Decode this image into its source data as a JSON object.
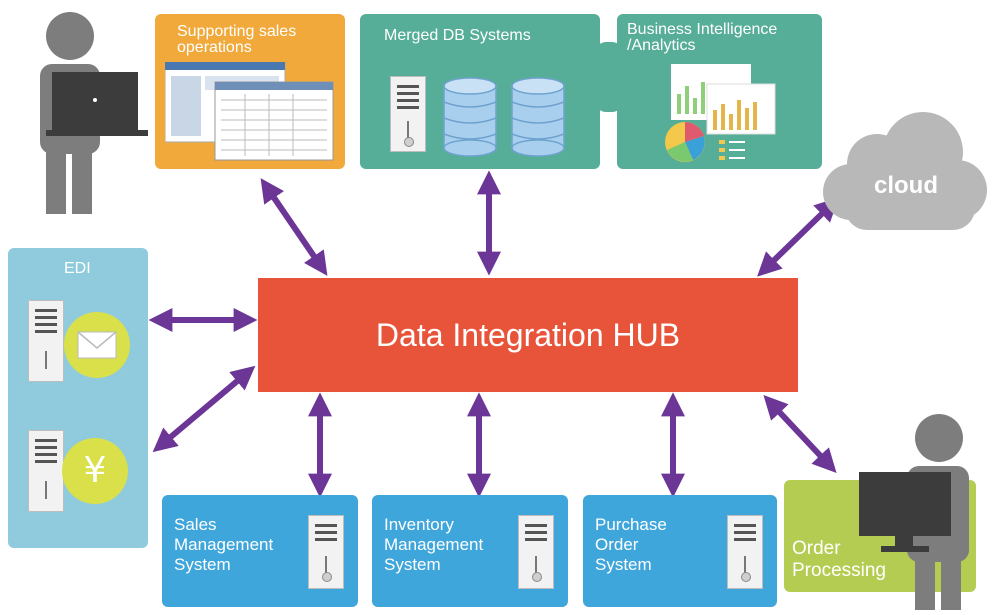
{
  "hub": {
    "label": "Data Integration HUB"
  },
  "top": {
    "sales_ops": {
      "label": "Supporting sales operations"
    },
    "merged_db": {
      "label": "Merged DB Systems"
    },
    "bi": {
      "label": "Business Intelligence /Analytics"
    }
  },
  "cloud": {
    "label": "cloud"
  },
  "edi": {
    "label": "EDI",
    "yen_symbol": "¥"
  },
  "bottom": {
    "sales_mgmt": {
      "label": "Sales Management System"
    },
    "inventory_mgmt": {
      "label": "Inventory Management System"
    },
    "purchase_order": {
      "label": "Purchase Order System"
    },
    "order_processing": {
      "label": "Order Processing"
    }
  },
  "colors": {
    "hub": "#e8543a",
    "orange_panel": "#f0a93a",
    "green_panel": "#56ad98",
    "blue_panel": "#3fa6dc",
    "edi_panel": "#8fcbdc",
    "order_panel": "#b4cc52",
    "arrow": "#6c3696",
    "person": "#7d7d7d",
    "cloud": "#b8b8b8"
  }
}
